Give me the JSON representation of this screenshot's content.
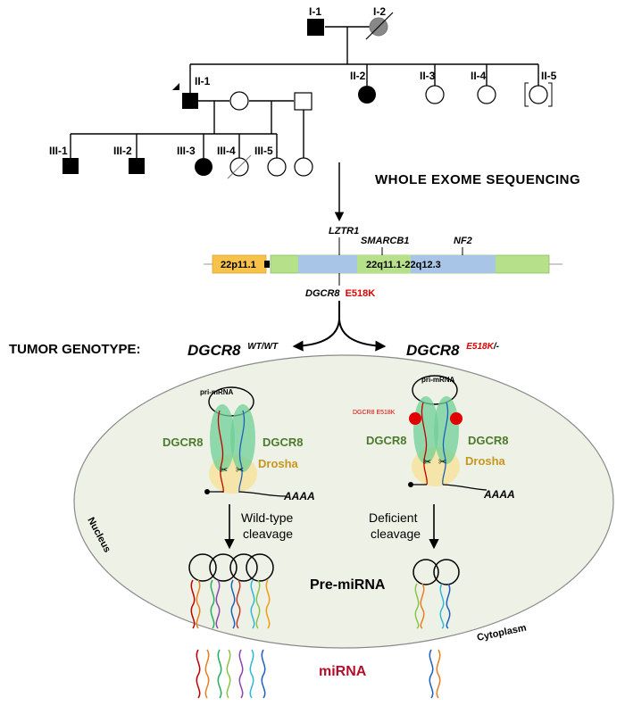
{
  "pedigree": {
    "gen1": [
      "I-1",
      "I-2"
    ],
    "gen2": [
      "II-1",
      "II-2",
      "II-3",
      "II-4",
      "II-5"
    ],
    "gen3": [
      "III-1",
      "III-2",
      "III-3",
      "III-4",
      "III-5"
    ]
  },
  "wes_label": "WHOLE EXOME SEQUENCING",
  "chromosome": {
    "band1": "22p11.1",
    "band2": "22q11.1-22q12.3",
    "genes": [
      "LZTR1",
      "SMARCB1",
      "NF2"
    ],
    "variant_gene": "DGCR8",
    "variant": "E518K"
  },
  "genotype": {
    "label": "TUMOR GENOTYPE:",
    "wt_gene": "DGCR8",
    "wt_sup": "WT/WT",
    "mut_gene": "DGCR8",
    "mut_sup_red": "E518K",
    "mut_sup_rest": "/-"
  },
  "cell": {
    "pri_mirna": "pri-mRNA",
    "dgcr8": "DGCR8",
    "drosha": "Drosha",
    "polya": "AAAA",
    "mutant_note": "DGCR8 E518K",
    "nucleus": "Nucleus",
    "cytoplasm": "Cytoplasm",
    "wt_cleave_1": "Wild-type",
    "wt_cleave_2": "cleavage",
    "def_cleave_1": "Deficient",
    "def_cleave_2": "cleavage",
    "pre_mirna": "Pre-miRNA"
  },
  "mirna": "miRNA",
  "colors": {
    "affected": "#000000",
    "uncertain": "#888888",
    "green_chr": "#b6e08a",
    "blue_chr": "#a8c4e6",
    "orange_chr": "#f6c24a",
    "cell_fill": "#eef2e6",
    "dgcr8_green": "#4c7a2c",
    "drosha_gold": "#c8961e",
    "mutation_red": "#e00000",
    "mirna_red": "#b0102a"
  }
}
